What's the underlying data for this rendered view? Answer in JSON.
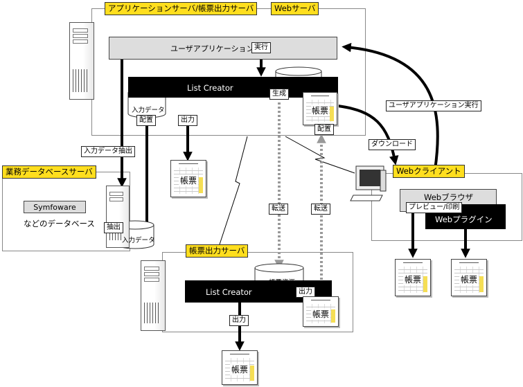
{
  "labels": {
    "app_server": "アプリケーションサーバ/帳票出力サーバ",
    "web_server": "Webサーバ",
    "user_app": "ユーザアプリケーション",
    "exec": "実行",
    "list_creator": "List Creator",
    "form_resource": "帳票資源",
    "input_data": "入力データ",
    "place": "配置",
    "generate": "生成",
    "output": "出力",
    "form": "帳票",
    "user_app_exec": "ユーザアプリケーション実行",
    "download": "ダウンロード",
    "input_extract": "入力データ抽出",
    "db_server": "業務データベースサーバ",
    "symfoware": "Symfoware",
    "db_etc": "などのデータベース",
    "extract": "抽出",
    "web_client": "Webクライアント",
    "web_browser": "Webブラウザ",
    "preview_print": "プレビュー/印刷",
    "web_plugin": "Webプラグイン",
    "transfer": "転送",
    "form_output_server": "帳票出力サーバ"
  }
}
